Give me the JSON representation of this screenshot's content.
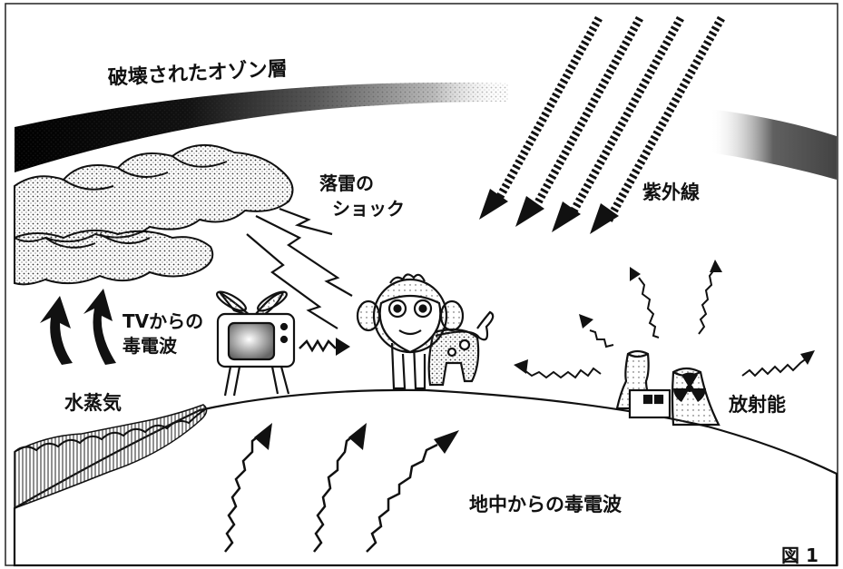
{
  "labels": {
    "ozone": "破壊されたオゾン層",
    "lightning_line1": "落雷の",
    "lightning_line2": "ショック",
    "uv": "紫外線",
    "tv_line1": "TVからの",
    "tv_line2": "毒電波",
    "vapor": "水蒸気",
    "radiation": "放射能",
    "ground": "地中からの毒電波",
    "figure": "図 1"
  },
  "icons": [
    "ozone-layer-band",
    "cloud-icon",
    "lightning-bolt-icon",
    "uv-ray-arrow-icon",
    "television-icon",
    "monkey-dog-icon",
    "nuclear-plant-icon",
    "radiation-symbol-icon",
    "water-vapor-arrow-icon",
    "ground-wave-arrow-icon",
    "earth-ground-surface"
  ]
}
